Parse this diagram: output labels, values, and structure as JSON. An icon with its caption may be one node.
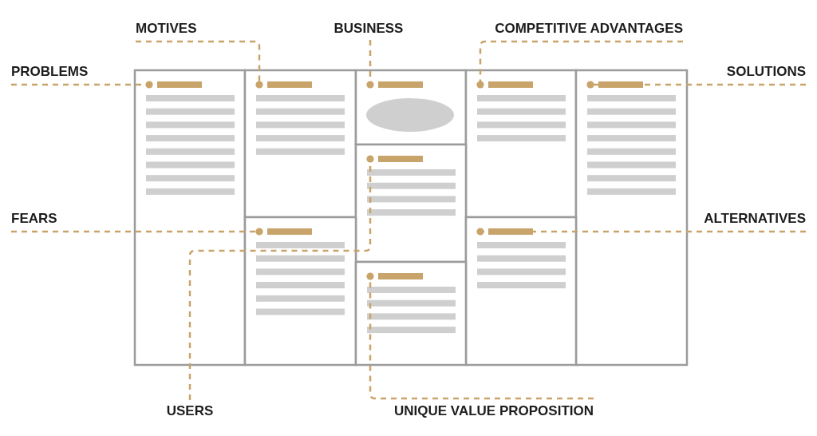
{
  "diagram": {
    "nodes": [
      {
        "text": [
          "MOTIVES"
        ]
      },
      {
        "text": [
          "BUSINESS"
        ]
      },
      {
        "text": [
          "COMPETITIVE ADVANTAGES"
        ]
      },
      {
        "text": [
          "PROBLEMS"
        ]
      },
      {
        "text": [
          "SOLUTIONS"
        ]
      },
      {
        "text": [
          "FEARS"
        ]
      },
      {
        "text": [
          "ALTERNATIVES"
        ]
      },
      {
        "text": [
          "USERS"
        ]
      },
      {
        "text": [
          "UNIQUE VALUE PROPOSITION"
        ]
      },
      {
        "text": [],
        "shape": "box"
      },
      {
        "text": [],
        "shape": "bar",
        "in": 9
      },
      {
        "text": [],
        "shape": "box"
      },
      {
        "text": [],
        "shape": "bar",
        "in": 11
      },
      {
        "text": [],
        "shape": "box"
      },
      {
        "text": [],
        "shape": "bar",
        "in": 13
      },
      {
        "text": [],
        "shape": "box"
      },
      {
        "text": [],
        "shape": "bar",
        "in": 15
      },
      {
        "text": [],
        "shape": "box"
      },
      {
        "text": [],
        "shape": "bar",
        "in": 17
      },
      {
        "text": [],
        "shape": "box"
      },
      {
        "text": [],
        "shape": "bar",
        "in": 19
      },
      {
        "text": [],
        "shape": "box"
      },
      {
        "text": [],
        "shape": "bar",
        "in": 21
      },
      {
        "text": [],
        "shape": "box"
      },
      {
        "text": [],
        "shape": "bar",
        "in": 23
      },
      {
        "text": [],
        "shape": "box"
      },
      {
        "text": [],
        "shape": "bar",
        "in": 25
      }
    ],
    "edges": [
      {
        "from": 0,
        "to": 12,
        "arrow": "other",
        "style": "dashed"
      },
      {
        "from": 1,
        "to": 14,
        "arrow": "other",
        "style": "dashed"
      },
      {
        "from": 2,
        "to": 16,
        "arrow": "other",
        "style": "dashed"
      },
      {
        "from": 3,
        "to": 10,
        "arrow": "other",
        "style": "dashed"
      },
      {
        "from": 4,
        "to": 18,
        "arrow": "other",
        "style": "dashed"
      },
      {
        "from": 5,
        "to": 22,
        "arrow": "other",
        "style": "dashed"
      },
      {
        "from": 6,
        "to": 24,
        "arrow": "other",
        "style": "dashed"
      },
      {
        "from": 7,
        "to": 20,
        "arrow": "other",
        "style": "dashed"
      },
      {
        "from": 8,
        "to": 26,
        "arrow": "other",
        "style": "dashed"
      }
    ]
  }
}
